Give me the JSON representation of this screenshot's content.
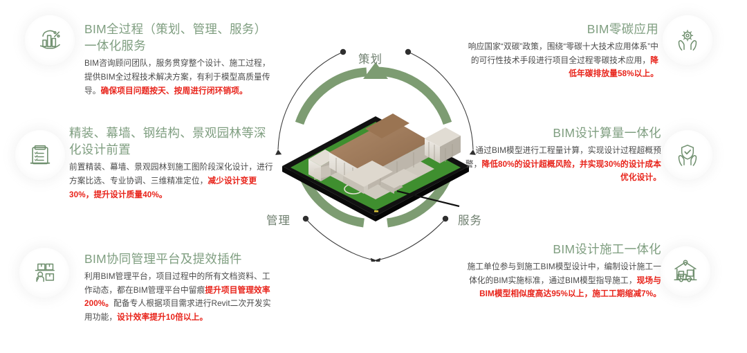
{
  "colors": {
    "heading_green": "#7f9e80",
    "ring_green": "#7d9c72",
    "highlight_red": "#e8231a",
    "body_text": "#4a4a4a",
    "wheel_label": "#6f7f6f",
    "background": "#ffffff"
  },
  "wheel": {
    "labels": [
      {
        "id": "cehua",
        "text": "策划"
      },
      {
        "id": "guanli",
        "text": "管理"
      },
      {
        "id": "fuwu",
        "text": "服务"
      }
    ],
    "center_icon": "3d-city-building-model"
  },
  "blocks": [
    {
      "id": "bim-full-process",
      "side": "left",
      "icon": "hand-holding-bar-chart-percent-icon",
      "heading": "BIM全过程（策划、管理、服务）一体化服务",
      "body": [
        {
          "text": "BIM咨询顾问团队，服务贯穿整个设计、施工过程，提供BIM全过程技术解决方案，有利于模型高质量传导。",
          "highlight": false
        },
        {
          "text": "确保项目问题按天、按周进行闭环销项。",
          "highlight": true
        }
      ]
    },
    {
      "id": "deepening-design-frontload",
      "side": "left",
      "icon": "clipboard-checklist-icon",
      "heading": "精装、幕墙、钢结构、景观园林等深化设计前置",
      "body": [
        {
          "text": "前置精装、幕墙、景观园林到施工图阶段深化设计，进行方案比选、专业协调、三维精准定位，",
          "highlight": false
        },
        {
          "text": "减少设计变更30%，提升设计质量40%。",
          "highlight": true
        }
      ]
    },
    {
      "id": "bim-collaboration-platform",
      "side": "left",
      "icon": "warehouse-worker-boxes-icon",
      "heading": "BIM协同管理平台及提效插件",
      "body": [
        {
          "text": "利用BIM管理平台，项目过程中的所有文档资料、工作动态，都在BIM管理平台中留痕",
          "highlight": false
        },
        {
          "text": "提升项目管理效率200%。",
          "highlight": true
        },
        {
          "text": "配备专人根据项目需求进行Revit二次开发实用功能，",
          "highlight": false
        },
        {
          "text": "设计效率提升10倍以上。",
          "highlight": true
        }
      ]
    },
    {
      "id": "bim-zero-carbon",
      "side": "right",
      "icon": "hands-holding-gear-icon",
      "heading": "BIM零碳应用",
      "body": [
        {
          "text": "响应国家“双碳”政策，围绕“零碳十大技术应用体系”中的可行性技术手段进行项目全过程零碳技术应用，",
          "highlight": false
        },
        {
          "text": "降低年碳排放量58%以上。",
          "highlight": true
        }
      ]
    },
    {
      "id": "bim-design-quantity",
      "side": "right",
      "icon": "hands-holding-shield-check-icon",
      "heading": "BIM设计算量一体化",
      "body": [
        {
          "text": "通过BIM模型进行工程量计算，实现设计过程超概预警，",
          "highlight": false
        },
        {
          "text": "降低80%的设计超概风险，并实现30%的设计成本优化设计。",
          "highlight": true
        }
      ]
    },
    {
      "id": "bim-design-construction",
      "side": "right",
      "icon": "warehouse-delivery-truck-icon",
      "heading": "BIM设计施工一体化",
      "body": [
        {
          "text": "施工单位参与到施工BIM模型设计中，编制设计施工一体化的BIM实施标准，通过BIM模型指导施工，",
          "highlight": false
        },
        {
          "text": "现场与BIM模型相似度高达95%以上，施工工期缩减7%。",
          "highlight": true
        }
      ]
    }
  ]
}
